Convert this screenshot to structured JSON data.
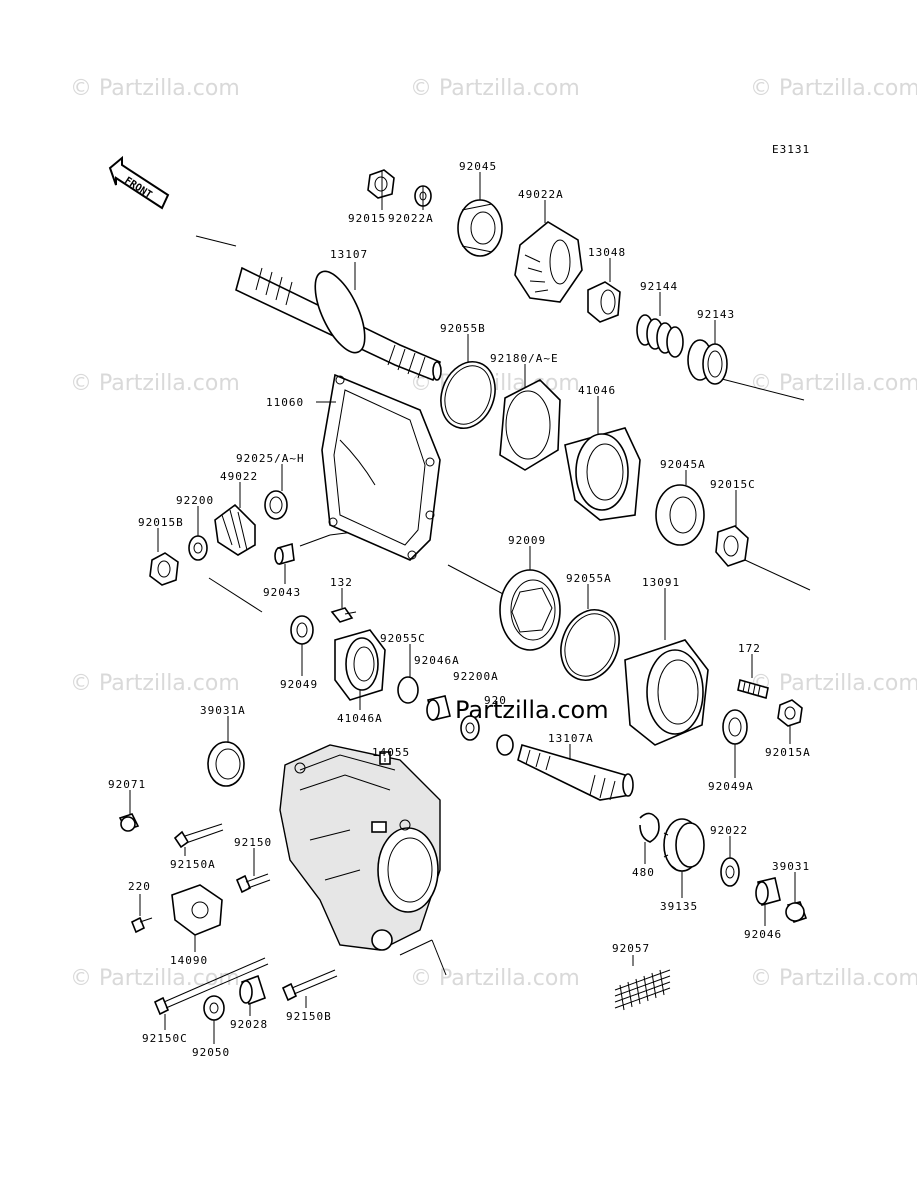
{
  "diagram_code": "E3131",
  "front_label": "FRONT",
  "watermark": "© Partzilla.com",
  "watermark_center": "Partzilla.com",
  "parts": [
    {
      "id": "p92015",
      "label": "92015"
    },
    {
      "id": "p92022A",
      "label": "92022A"
    },
    {
      "id": "p92045",
      "label": "92045"
    },
    {
      "id": "p49022A",
      "label": "49022A"
    },
    {
      "id": "p13048",
      "label": "13048"
    },
    {
      "id": "p13107",
      "label": "13107"
    },
    {
      "id": "p92144",
      "label": "92144"
    },
    {
      "id": "p92143",
      "label": "92143"
    },
    {
      "id": "p92055B",
      "label": "92055B"
    },
    {
      "id": "p92180",
      "label": "92180/A~E"
    },
    {
      "id": "p11060",
      "label": "11060"
    },
    {
      "id": "p41046",
      "label": "41046"
    },
    {
      "id": "p92025",
      "label": "92025/A~H"
    },
    {
      "id": "p49022",
      "label": "49022"
    },
    {
      "id": "p92045A",
      "label": "92045A"
    },
    {
      "id": "p92200",
      "label": "92200"
    },
    {
      "id": "p92015C",
      "label": "92015C"
    },
    {
      "id": "p92015B",
      "label": "92015B"
    },
    {
      "id": "p92009",
      "label": "92009"
    },
    {
      "id": "p92043",
      "label": "92043"
    },
    {
      "id": "p92055A",
      "label": "92055A"
    },
    {
      "id": "p132",
      "label": "132"
    },
    {
      "id": "p13091",
      "label": "13091"
    },
    {
      "id": "p92055C",
      "label": "92055C"
    },
    {
      "id": "p172",
      "label": "172"
    },
    {
      "id": "p92049",
      "label": "92049"
    },
    {
      "id": "p92046A",
      "label": "92046A"
    },
    {
      "id": "p92200A",
      "label": "92200A"
    },
    {
      "id": "p920xx",
      "label": "920"
    },
    {
      "id": "p41046A",
      "label": "41046A"
    },
    {
      "id": "p92015A",
      "label": "92015A"
    },
    {
      "id": "p39031A",
      "label": "39031A"
    },
    {
      "id": "p14055",
      "label": "14055"
    },
    {
      "id": "p13107A",
      "label": "13107A"
    },
    {
      "id": "p92049A",
      "label": "92049A"
    },
    {
      "id": "p92071",
      "label": "92071"
    },
    {
      "id": "p92022",
      "label": "92022"
    },
    {
      "id": "p92150",
      "label": "92150"
    },
    {
      "id": "p92150A",
      "label": "92150A"
    },
    {
      "id": "p480",
      "label": "480"
    },
    {
      "id": "p39031",
      "label": "39031"
    },
    {
      "id": "p220",
      "label": "220"
    },
    {
      "id": "p39135",
      "label": "39135"
    },
    {
      "id": "p92046",
      "label": "92046"
    },
    {
      "id": "p14090",
      "label": "14090"
    },
    {
      "id": "p92057",
      "label": "92057"
    },
    {
      "id": "p92150C",
      "label": "92150C"
    },
    {
      "id": "p92028",
      "label": "92028"
    },
    {
      "id": "p92150B",
      "label": "92150B"
    },
    {
      "id": "p92050",
      "label": "92050"
    }
  ]
}
